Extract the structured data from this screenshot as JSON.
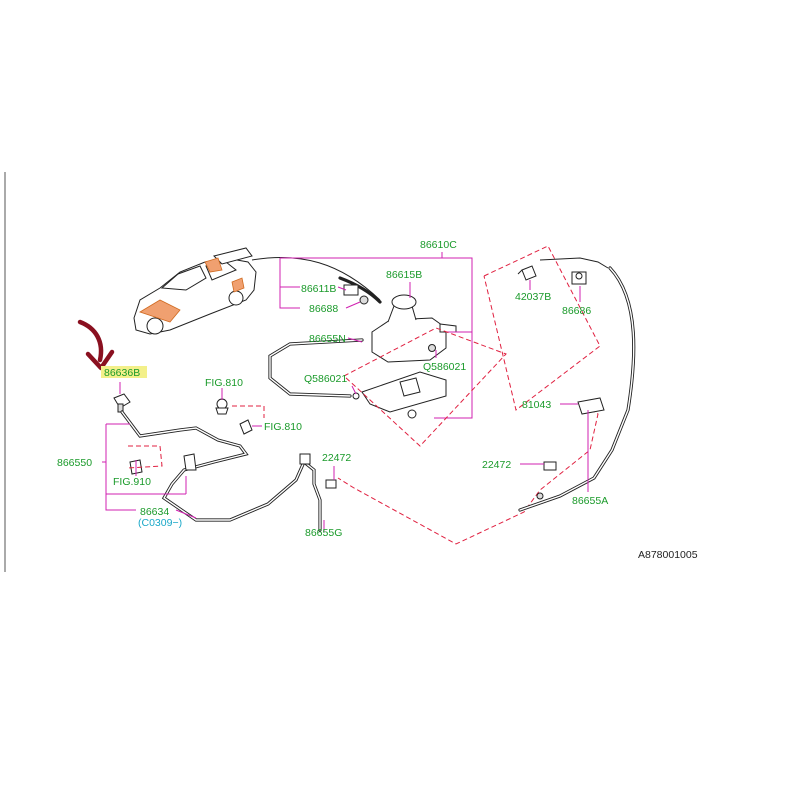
{
  "diagram": {
    "reference_code": "A878001005",
    "colors": {
      "part_number": "#1a9a2a",
      "leader_line": "#d020b0",
      "dashed_outline": "#e02040",
      "date_note": "#1aa8c8",
      "arrow": "#8a1020",
      "highlight": "#f3f08a"
    },
    "parts": {
      "p86610c": "86610C",
      "p86615b": "86615B",
      "p86611b": "86611B",
      "p86688": "86688",
      "p86655n": "86655N",
      "pq586021a": "Q586021",
      "pq586021b": "Q586021",
      "p86636b": "86636B",
      "p866550": "866550",
      "p86634": "86634",
      "p42037b": "42037B",
      "p86686": "86686",
      "p81043": "81043",
      "p22472a": "22472",
      "p22472b": "22472",
      "p86655a": "86655A",
      "p86655g": "86655G"
    },
    "figs": {
      "fig810a": "FIG.810",
      "fig810b": "FIG.810",
      "fig910": "FIG.910"
    },
    "notes": {
      "date_range": "(C0309−)"
    }
  }
}
